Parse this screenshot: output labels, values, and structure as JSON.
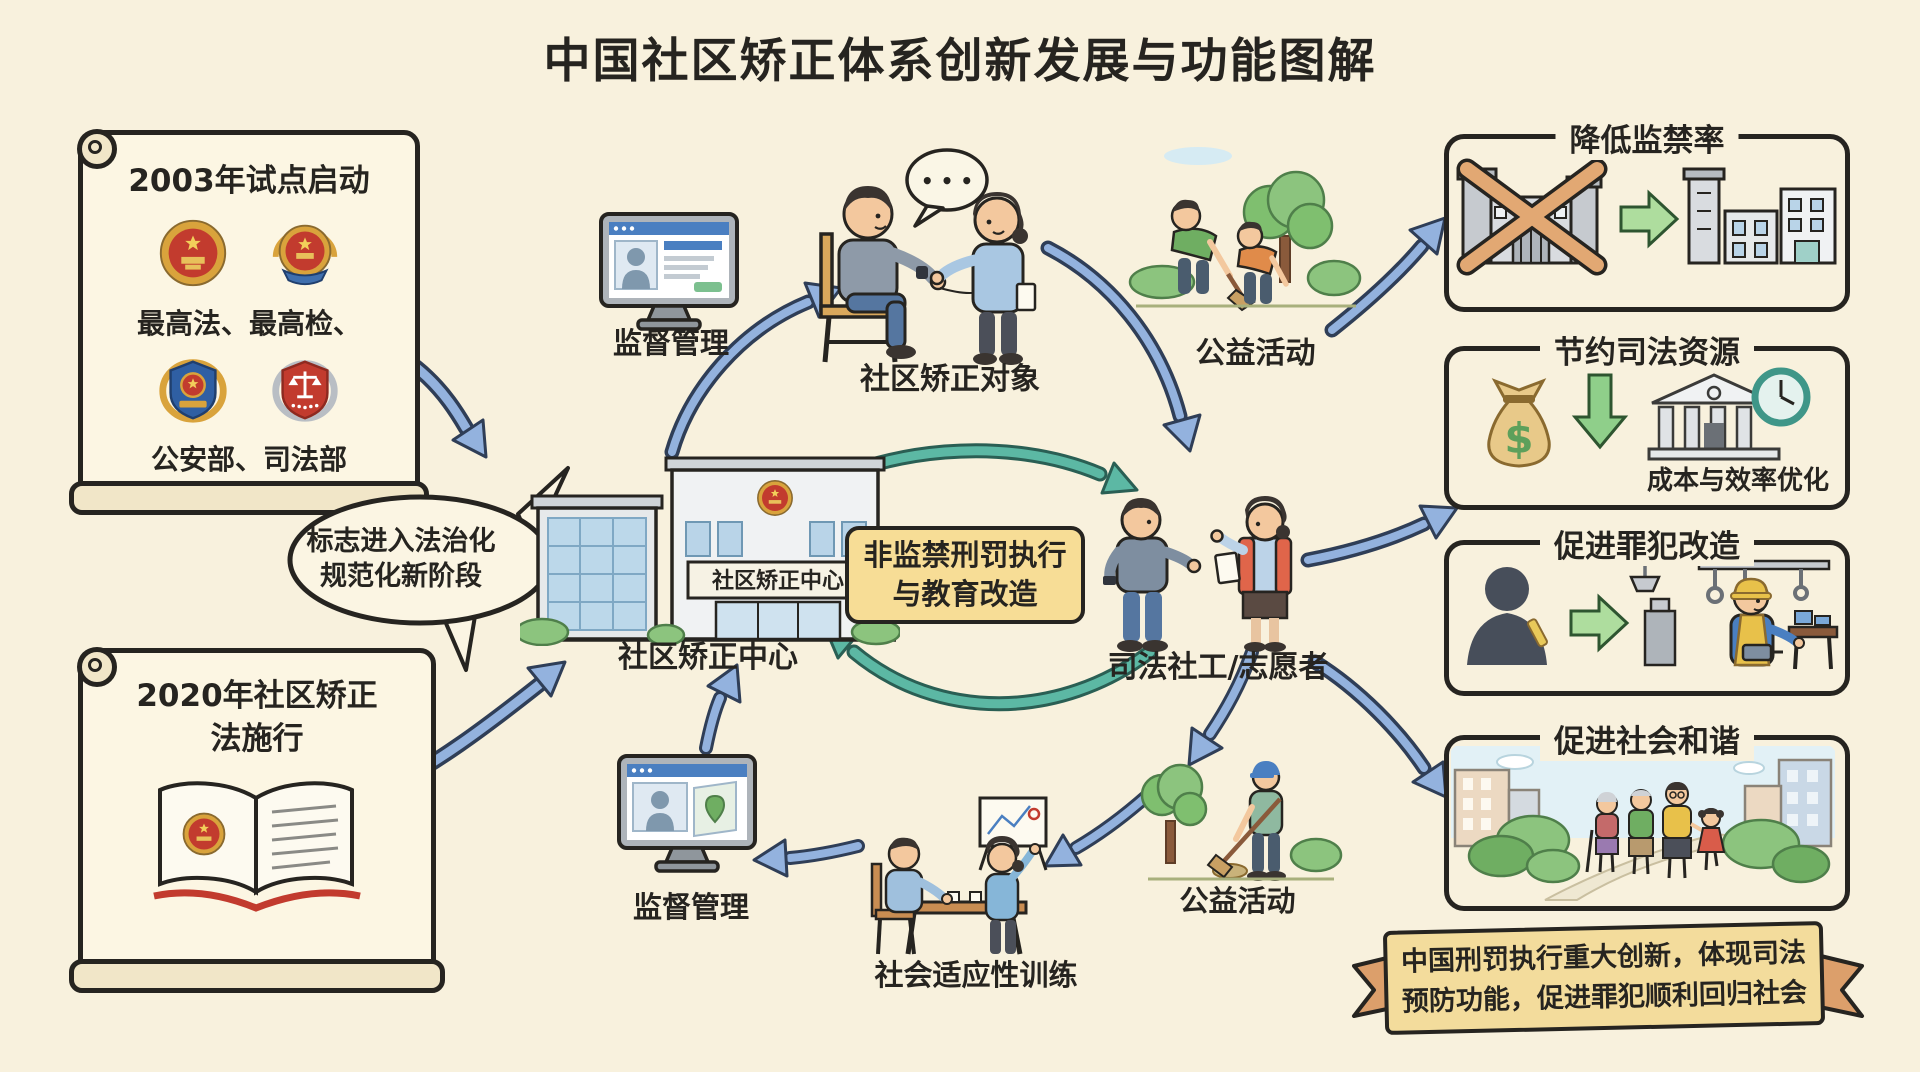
{
  "page": {
    "title": "中国社区矫正体系创新发展与功能图解"
  },
  "left": {
    "scroll_2003": {
      "title": "2003年试点启动",
      "agencies_row1": "最高法、最高检、",
      "agencies_row2": "公安部、司法部"
    },
    "milestone_bubble": {
      "line1": "标志进入法治化",
      "line2": "规范化新阶段"
    },
    "scroll_2020": {
      "line1": "2020年社区矫正",
      "line2": "法施行"
    }
  },
  "center": {
    "supervision_top_label": "监督管理",
    "subject_label": "社区矫正对象",
    "service_top_label": "公益活动",
    "building_sign": "社区矫正中心",
    "building_label": "社区矫正中心",
    "core_box": {
      "line1": "非监禁刑罚执行",
      "line2": "与教育改造"
    },
    "worker_label": "司法社工/志愿者",
    "supervision_bottom_label": "监督管理",
    "training_label": "社会适应性训练",
    "service_bottom_label": "公益活动"
  },
  "right": {
    "panels": [
      {
        "title": "降低监禁率"
      },
      {
        "title": "节约司法资源",
        "caption": "成本与效率优化"
      },
      {
        "title": "促进罪犯改造"
      },
      {
        "title": "促进社会和谐"
      }
    ],
    "banner": {
      "line1": "中国刑罚执行重大创新，体现司法",
      "line2": "预防功能，促进罪犯顺利回归社会"
    }
  },
  "icons": {
    "speech_dots": "• • •",
    "dollar": "$"
  },
  "colors": {
    "background": "#f8f1dd",
    "ink": "#262420",
    "arrow_blue": "#93b2de",
    "arrow_teal": "#5cb8a4",
    "arrow_green": "#aedd9e",
    "highlight_box": "#f7dd96",
    "banner_fill": "#f3dc9c",
    "banner_wing": "#dc9f6b",
    "emblem_red": "#c23b2e",
    "cross_orange": "#e2a873"
  }
}
